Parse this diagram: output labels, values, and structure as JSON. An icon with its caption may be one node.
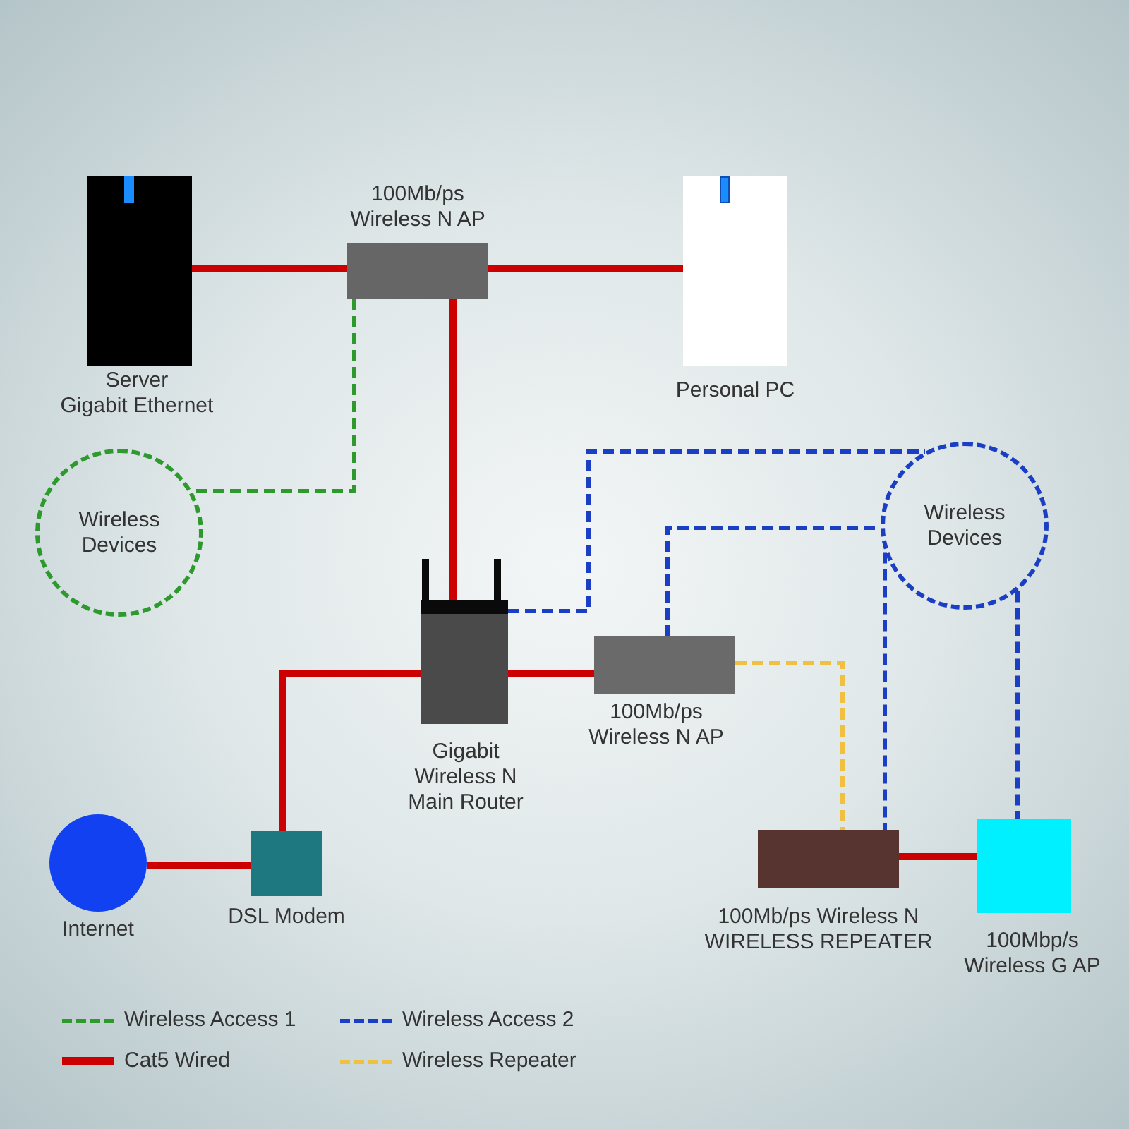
{
  "diagram": {
    "nodes": [
      {
        "text": [
          "Server",
          "Gigabit Ethernet"
        ]
      },
      {
        "text": [
          "100Mb/ps Wireless N AP"
        ]
      },
      {
        "text": [
          "Personal PC"
        ]
      },
      {
        "text": [
          "Wireless Devices"
        ]
      },
      {
        "text": [
          "Wireless Devices"
        ]
      },
      {
        "text": [
          "Gigabit Wireless N Main Router"
        ]
      },
      {
        "text": [
          "100Mb/ps Wireless N AP"
        ]
      },
      {
        "text": [
          "Internet"
        ]
      },
      {
        "text": [
          "DSL Modem"
        ]
      },
      {
        "text": [
          "100Mb/ps Wireless N WIRELESS REPEATER"
        ]
      },
      {
        "text": [
          "100Mbp/s Wireless G AP"
        ]
      }
    ],
    "edges": [
      {
        "from": 0,
        "to": 1,
        "arrow": "none"
      },
      {
        "from": 1,
        "to": 2,
        "arrow": "none"
      },
      {
        "from": 1,
        "to": 5,
        "arrow": "none"
      },
      {
        "from": 1,
        "to": 3,
        "arrow": "none",
        "style": "dashed",
        "color": "#2e9a2e"
      },
      {
        "from": 5,
        "to": 8,
        "arrow": "none"
      },
      {
        "from": 7,
        "to": 8,
        "arrow": "none"
      },
      {
        "from": 5,
        "to": 6,
        "arrow": "none"
      },
      {
        "from": 5,
        "to": 4,
        "arrow": "none",
        "style": "dashed",
        "color": "#1a3fc4"
      },
      {
        "from": 6,
        "to": 4,
        "arrow": "none",
        "style": "dashed",
        "color": "#1a3fc4"
      },
      {
        "from": 6,
        "to": 9,
        "arrow": "none",
        "style": "dashed",
        "color": "#f0c040"
      },
      {
        "from": 4,
        "to": 9,
        "arrow": "none",
        "style": "dashed",
        "color": "#1a3fc4"
      },
      {
        "from": 4,
        "to": 10,
        "arrow": "none",
        "style": "dashed",
        "color": "#1a3fc4"
      },
      {
        "from": 9,
        "to": 10,
        "arrow": "none"
      }
    ],
    "legend": [
      {
        "text": "Wireless Access 1"
      },
      {
        "text": "Wireless Access 2"
      },
      {
        "text": "Cat5 Wired"
      },
      {
        "text": "Wireless Repeater"
      }
    ]
  }
}
